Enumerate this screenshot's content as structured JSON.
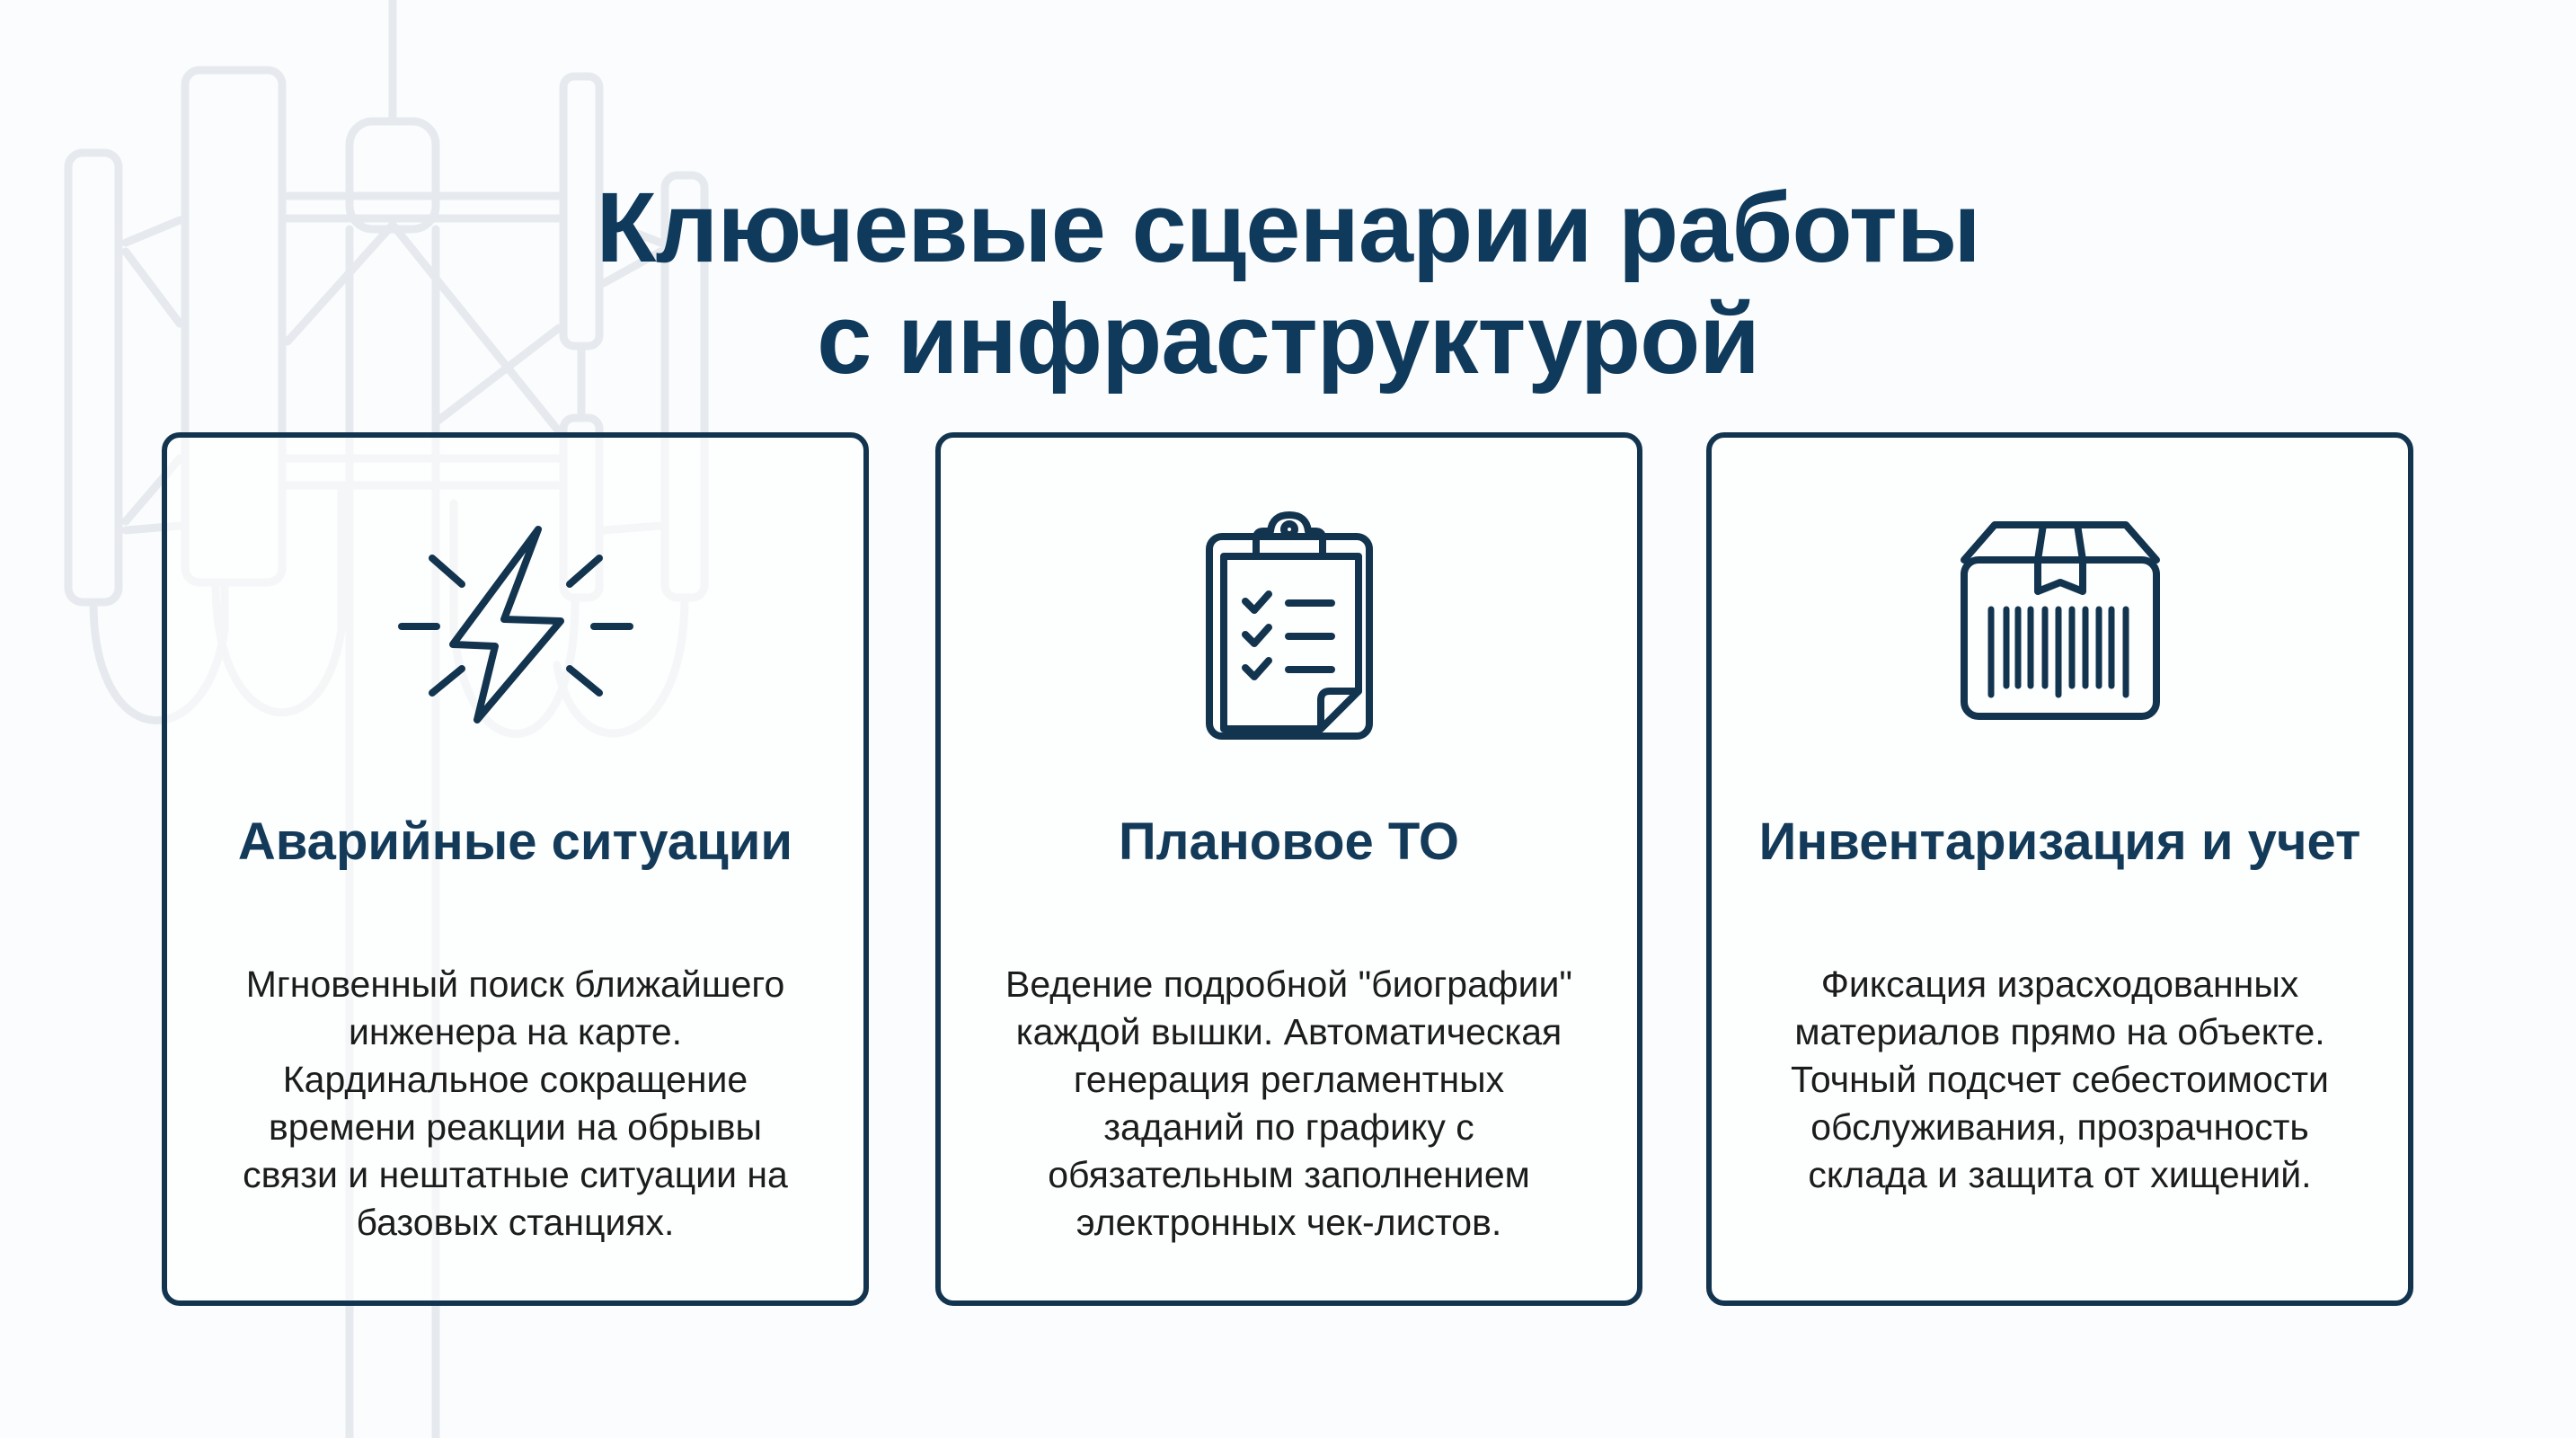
{
  "slide": {
    "title_lines": [
      "Ключевые сценарии работы",
      "с инфраструктурой"
    ],
    "colors": {
      "primary": "#0f3a5c",
      "card_border": "#12344f",
      "body_text": "#1c1c1c",
      "background": "#fbfcfd",
      "background_art": "#e6eaef"
    }
  },
  "cards": [
    {
      "icon": "lightning-alert-icon",
      "heading": "Аварийные ситуации",
      "body_lines": [
        "Мгновенный поиск ближайшего",
        "инженера на карте.",
        "Кардинальное сокращение",
        "времени реакции на обрывы",
        "связи и нештатные ситуации на",
        "базовых станциях."
      ]
    },
    {
      "icon": "clipboard-checklist-icon",
      "heading": "Плановое ТО",
      "body_lines": [
        "Ведение подробной \"биографии\"",
        "каждой вышки. Автоматическая",
        "генерация регламентных",
        "заданий по графику с",
        "обязательным заполнением",
        "электронных чек-листов."
      ]
    },
    {
      "icon": "box-barcode-icon",
      "heading": "Инвентаризация и учет",
      "body_lines": [
        "Фиксация израсходованных",
        "материалов прямо на объекте.",
        "Точный подсчет себестоимости",
        "обслуживания, прозрачность",
        "склада и защита от хищений."
      ]
    }
  ]
}
